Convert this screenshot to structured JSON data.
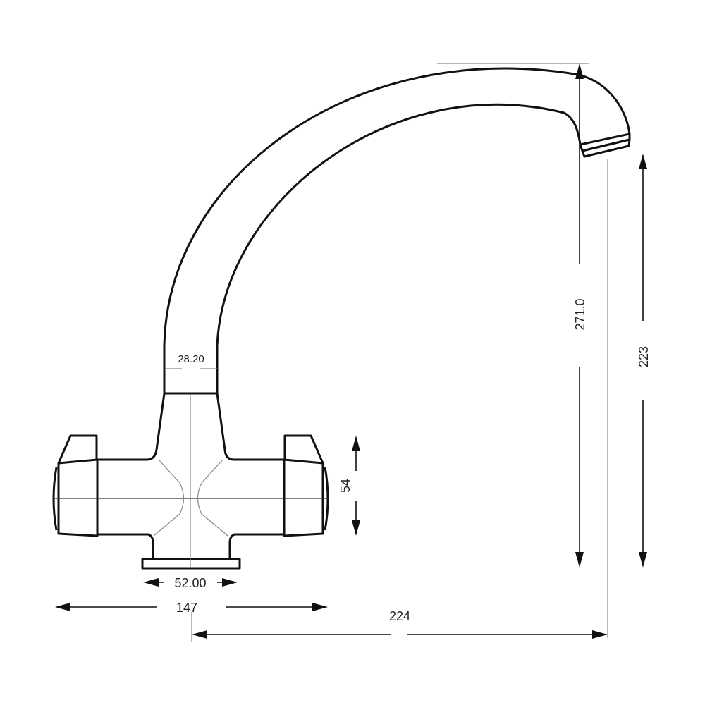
{
  "dimensions": {
    "neck_width": "28.20",
    "handle_height": "54",
    "base_width": "52.00",
    "overall_width": "147",
    "spout_reach": "224",
    "overall_height": "271.0",
    "spout_clearance": "223"
  },
  "colors": {
    "line": "#111111",
    "thin_line": "#888888"
  }
}
